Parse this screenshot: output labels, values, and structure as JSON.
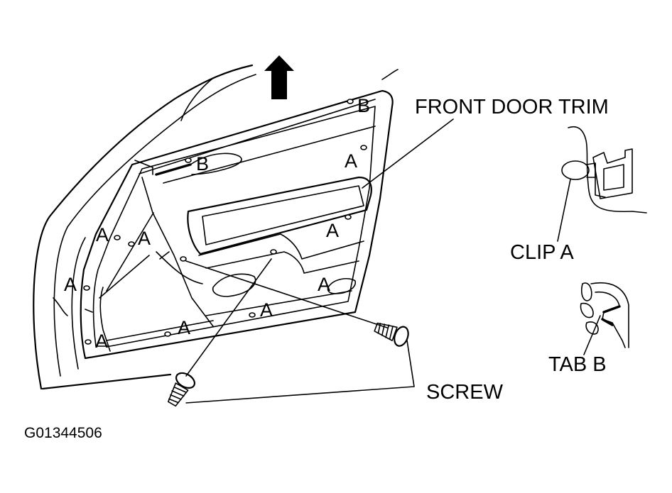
{
  "labels": {
    "front_door_trim": "FRONT DOOR TRIM",
    "clip_a": "CLIP A",
    "tab_b": "TAB B",
    "screw": "SCREW",
    "figure_id": "G01344506"
  },
  "clip_letters": {
    "a": "A",
    "b": "B"
  },
  "icons": [
    "up-arrow-icon",
    "screw-icon"
  ]
}
